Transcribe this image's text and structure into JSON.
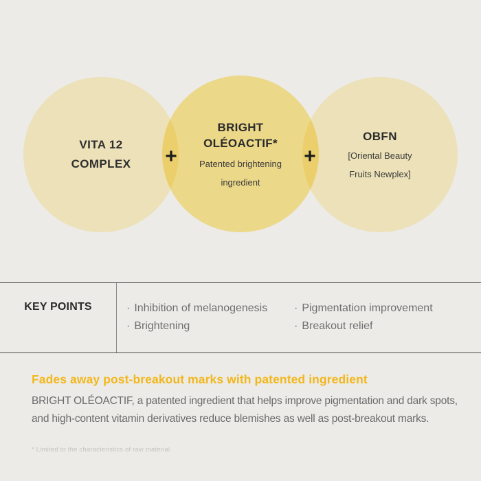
{
  "colors": {
    "background": "#ECEBE8",
    "side_circle_fill": "#EEE2B8",
    "center_circle_fill": "#F0D989",
    "circle_overlap_fill": "#F4CF69",
    "heading_accent": "#F2B71C",
    "body_text": "#6A6A6A",
    "dark_text": "#2B2B2B"
  },
  "venn": {
    "plus_sign": "+",
    "circles": [
      {
        "title_line1": "VITA 12",
        "title_line2": "COMPLEX",
        "subtitle_line1": "",
        "subtitle_line2": ""
      },
      {
        "title_line1": "BRIGHT",
        "title_line2": "OLÉOACTIF*",
        "subtitle_line1": "Patented brightening",
        "subtitle_line2": "ingredient"
      },
      {
        "title_line1": "OBFN",
        "title_line2": "",
        "subtitle_line1": "[Oriental Beauty",
        "subtitle_line2": "Fruits Newplex]"
      }
    ]
  },
  "key_points": {
    "label": "KEY POINTS",
    "bullet": "·",
    "col1": [
      "Inhibition of melanogenesis",
      "Brightening"
    ],
    "col2": [
      "Pigmentation improvement",
      "Breakout relief"
    ]
  },
  "highlight": {
    "heading": "Fades away post-breakout marks with patented ingredient",
    "body_line1": "BRIGHT OLÉOACTIF, a patented ingredient that helps improve pigmentation and dark spots,",
    "body_line2": "and high-content vitamin derivatives reduce blemishes as well as post-breakout marks.",
    "footnote": "* Limited to the characteristics of raw material"
  }
}
